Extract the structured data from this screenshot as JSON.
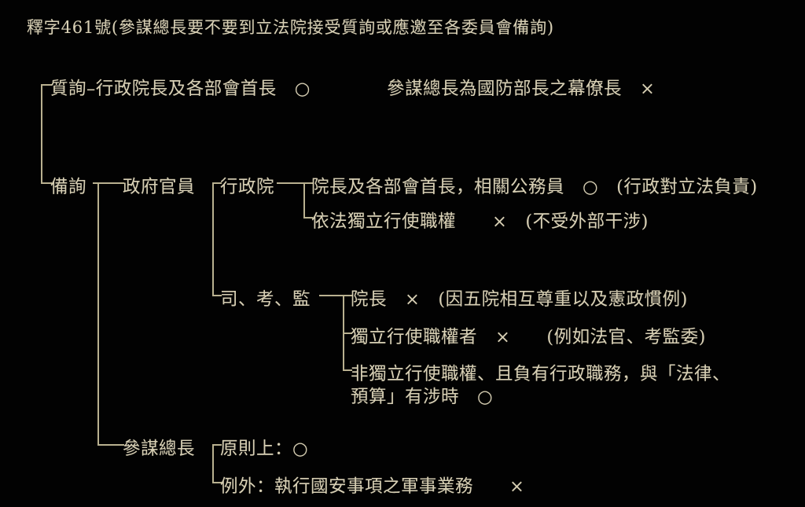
{
  "document": {
    "title": "釋字461號(參謀總長要不要到立法院接受質詢或應邀至各委員會備詢)",
    "background_color": "#020202",
    "text_color": "#d7cfb4",
    "line_color": "#b9b190"
  },
  "tree": {
    "root_branches": [
      {
        "id": "zhixun",
        "label": "質詢",
        "child_inline": "行政院長及各部會首長　○",
        "note": "參謀總長為國防部長之幕僚長　×"
      },
      {
        "id": "beixun",
        "label": "備詢"
      }
    ],
    "beixun_children": [
      {
        "id": "govt-officials",
        "label": "政府官員"
      },
      {
        "id": "chief-of-staff",
        "label": "參謀總長"
      }
    ],
    "govt_official_children": [
      {
        "id": "executive-yuan",
        "label": "行政院"
      },
      {
        "id": "si-kao-jian",
        "label": "司、考、監"
      }
    ],
    "executive_yuan_items": [
      "院長及各部會首長，相關公務員　○　(行政對立法負責)",
      "依法獨立行使職權　　×　(不受外部干涉)"
    ],
    "si_kao_jian_items": [
      "院長　×　(因五院相互尊重以及憲政慣例)",
      "獨立行使職權者　×　　(例如法官、考監委)",
      "非獨立行使職權、且負有行政職務，與「法律、\n預算」有涉時　○"
    ],
    "chief_of_staff_items": [
      "原則上：○",
      "例外：執行國安事項之軍事業務　　×"
    ]
  }
}
